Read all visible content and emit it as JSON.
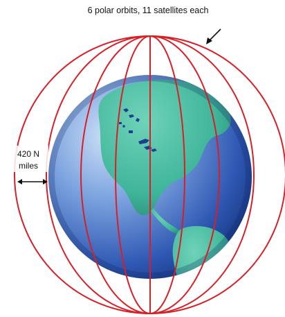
{
  "annotation": {
    "orbits_label": "6 polar orbits, 11 satellites each",
    "distance_line1": "420 N",
    "distance_line2": "miles"
  },
  "colors": {
    "orbit": "#d81f26",
    "ocean_light": "#8fb3e6",
    "ocean_dark": "#1e3f8f",
    "land": "#3fb59a",
    "land_dark": "#2a8f78",
    "arrow": "#111111"
  },
  "icons": [
    "globe-icon",
    "pointer-arrow-icon",
    "double-arrow-icon"
  ]
}
